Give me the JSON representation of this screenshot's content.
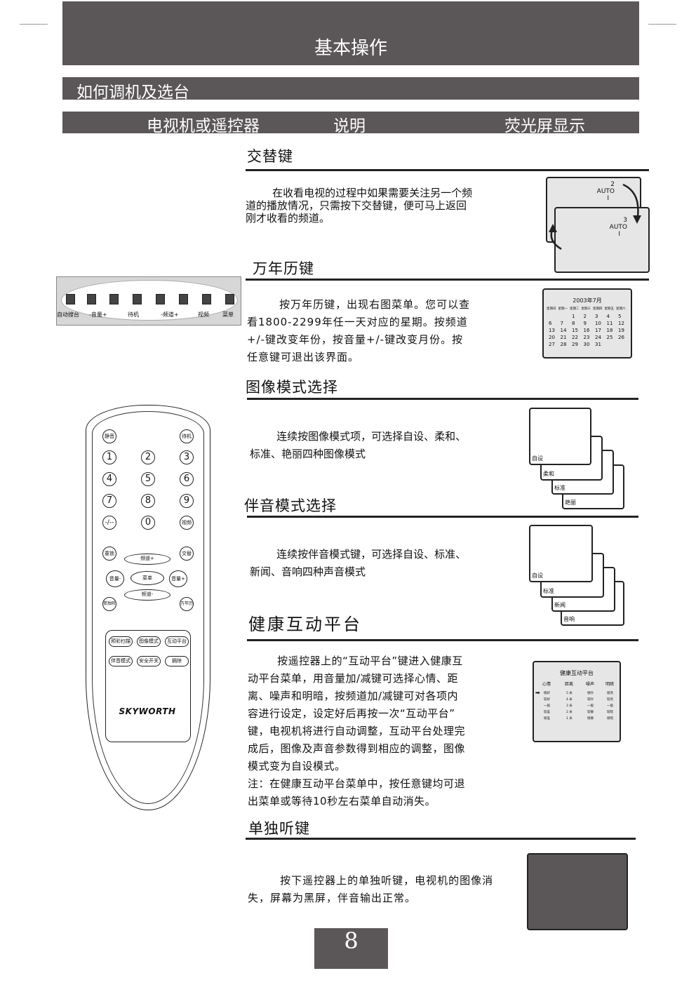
{
  "header": {
    "title": "基本操作"
  },
  "subheader": {
    "title": "如何调机及选台"
  },
  "columns": {
    "col1": "电视机或遥控器",
    "col2": "说明",
    "col3": "荧光屏显示"
  },
  "sections": {
    "swap": {
      "title": "交替键",
      "text": "        在收看电视的过程中如果需要关注另一个频\n道的播放情况，只需按下交替键，便可马上返回\n刚才收看的频道。",
      "screen1": {
        "line1": "2",
        "line2": "AUTO",
        "line3": "I"
      },
      "screen2": {
        "line1": "3",
        "line2": "AUTO",
        "line3": "I"
      }
    },
    "calendar": {
      "title": "万年历键",
      "text": "        按万年历键，出现右图菜单。您可以查\n看1800-2299年任一天对应的星期。按频道\n+/-键改变年份，按音量+/-键改变月份。按\n任意键可退出该界面。",
      "cal_title": "2003年7月",
      "weekdays": [
        "星期日",
        "星期一",
        "星期二",
        "星期三",
        "星期四",
        "星期五",
        "星期六"
      ],
      "rows": [
        [
          "",
          "",
          "1",
          "2",
          "3",
          "4",
          "5"
        ],
        [
          "6",
          "7",
          "8",
          "9",
          "10",
          "11",
          "12"
        ],
        [
          "13",
          "14",
          "15",
          "16",
          "17",
          "18",
          "19"
        ],
        [
          "20",
          "21",
          "22",
          "23",
          "24",
          "25",
          "26"
        ],
        [
          "27",
          "28",
          "29",
          "30",
          "31",
          "",
          ""
        ]
      ]
    },
    "picture": {
      "title": "图像模式选择",
      "text": "        连续按图像模式项，可选择自设、柔和、\n标准、艳丽四种图像模式",
      "modes": [
        "自设",
        "柔和",
        "标准",
        "艳丽"
      ]
    },
    "sound": {
      "title": "伴音模式选择",
      "text": "        连续按伴音模式键，可选择自设、标准、\n新闻、音响四种声音模式",
      "modes": [
        "自设",
        "标准",
        "新闻",
        "音响"
      ]
    },
    "health": {
      "title": "健康互动平台",
      "text": "        按遥控器上的“互动平台”键进入健康互\n动平台菜单，用音量加/减键可选择心情、距\n离、噪声和明暗，按频道加/减键可对各项内\n容进行设定，设定好后再按一次“互动平台”\n键，电视机将进行自动调整，互动平台处理完\n成后，图像及声音参数得到相应的调整，图像\n模式变为自设模式。\n注：在健康互动平台菜单中，按任意键均可退\n出菜单或等待10秒左右菜单自动消失。",
      "menu_title": "健康互动平台",
      "headers": [
        "心情",
        "距离",
        "噪声",
        "明暗"
      ],
      "rows": [
        [
          "愉好",
          "5 米",
          "很吵",
          "很亮"
        ],
        [
          "较好",
          "4 米",
          "较吵",
          "较亮"
        ],
        [
          "一般",
          "3 米",
          "一般",
          "一般"
        ],
        [
          "较差",
          "2 米",
          "较静",
          "较暗"
        ],
        [
          "很差",
          "1 米",
          "很静",
          "很暗"
        ]
      ],
      "pointer": "➡"
    },
    "solo": {
      "title": "单独听键",
      "text": "        按下遥控器上的单独听键，电视机的图像消\n失，屏幕为黑屏，伴音输出正常。"
    }
  },
  "panel": {
    "labels": [
      "自动搜台",
      "-音量+",
      "待机",
      "-频道+",
      "视频",
      "菜单"
    ]
  },
  "remote": {
    "mute": "静音",
    "standby": "待机",
    "digits": [
      "1",
      "2",
      "3",
      "4",
      "5",
      "6",
      "7",
      "8",
      "9",
      "-/--",
      "0"
    ],
    "av": "视频",
    "lock": "童锁",
    "swap": "交替",
    "ch_up": "频道+",
    "ch_down": "频道-",
    "vol_down": "音量-",
    "vol_up": "音量+",
    "menu": "菜单",
    "solo": "单独听",
    "calendar": "万年历",
    "func1": "预彩扫描",
    "func2": "图像模式",
    "func3": "互动平台",
    "func4": "伴音模式",
    "func5": "安全开关",
    "func6": "摘除",
    "brand": "SKYWORTH"
  },
  "page_number": "8"
}
